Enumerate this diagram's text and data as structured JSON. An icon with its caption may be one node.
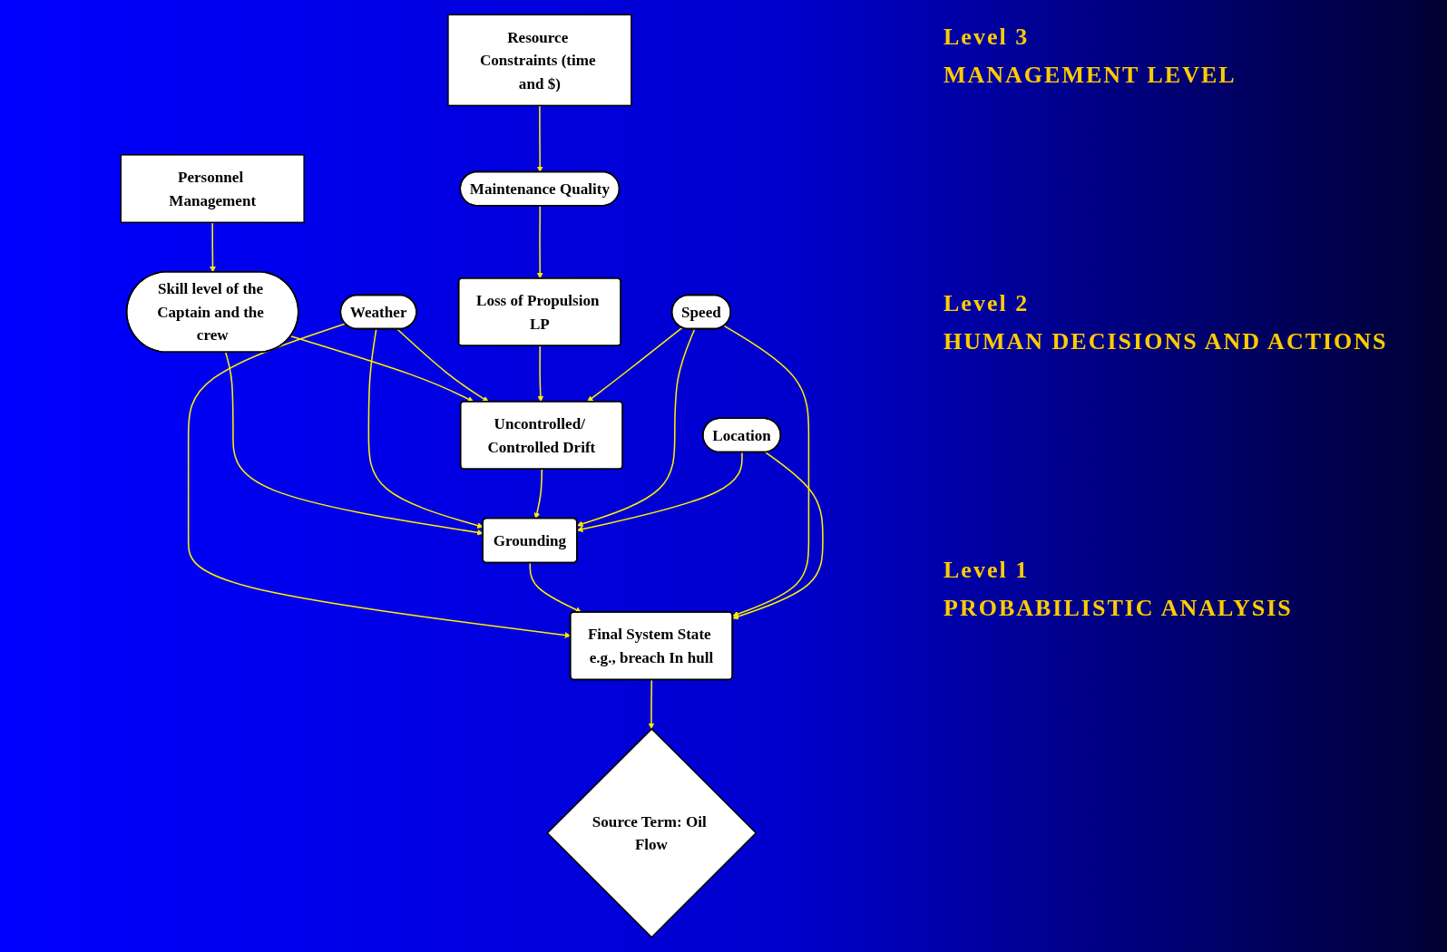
{
  "diagram": {
    "nodes": [
      {
        "text": [
          "Resource Constraints (time and $)"
        ]
      },
      {
        "text": [
          "Personnel Management"
        ]
      },
      {
        "text": [
          "Maintenance Quality"
        ]
      },
      {
        "text": [
          "Skill level of the Captain and the crew"
        ]
      },
      {
        "text": [
          "Weather"
        ]
      },
      {
        "text": [
          "Loss of Propulsion LP"
        ]
      },
      {
        "text": [
          "Uncontrolled/ Controlled Drift"
        ]
      },
      {
        "text": [
          "Grounding"
        ]
      },
      {
        "text": [
          "Final System State e.g., breach In hull"
        ]
      },
      {
        "text": [
          "Source Term: Oil Flow"
        ]
      },
      {
        "text": [
          "Speed"
        ]
      },
      {
        "text": [
          "Location"
        ]
      }
    ],
    "edges": [
      {
        "from": 0,
        "to": 2,
        "arrow": "to"
      },
      {
        "from": 1,
        "to": 3,
        "arrow": "to"
      },
      {
        "from": 2,
        "to": 5,
        "arrow": "to"
      },
      {
        "from": 3,
        "to": 6,
        "arrow": "to"
      },
      {
        "from": 3,
        "to": 7,
        "arrow": "to"
      },
      {
        "from": 4,
        "to": 6,
        "arrow": "to"
      },
      {
        "from": 4,
        "to": 7,
        "arrow": "to"
      },
      {
        "from": 4,
        "to": 8,
        "arrow": "to"
      },
      {
        "from": 5,
        "to": 6,
        "arrow": "to"
      },
      {
        "from": 6,
        "to": 7,
        "arrow": "to"
      },
      {
        "from": 7,
        "to": 8,
        "arrow": "to"
      },
      {
        "from": 8,
        "to": 9,
        "arrow": "to"
      },
      {
        "from": 10,
        "to": 6,
        "arrow": "to"
      },
      {
        "from": 10,
        "to": 7,
        "arrow": "to"
      },
      {
        "from": 10,
        "to": 8,
        "arrow": "to"
      },
      {
        "from": 11,
        "to": 7,
        "arrow": "to"
      },
      {
        "from": 11,
        "to": 8,
        "arrow": "to"
      }
    ],
    "labels": [
      "Level 3",
      "MANAGEMENT LEVEL",
      "Level 2",
      "HUMAN DECISIONS AND ACTIONS",
      "Level 1",
      "PROBABILISTIC ANALYSIS"
    ]
  }
}
